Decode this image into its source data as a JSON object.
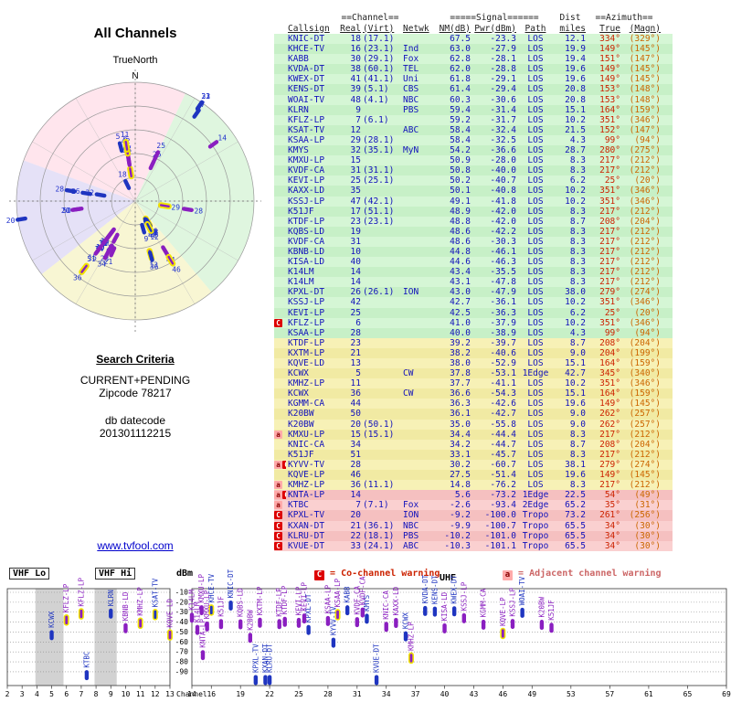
{
  "left_panel": {
    "title": "All Channels",
    "north_label": "TrueNorth",
    "compass_n": "N",
    "search_criteria_heading": "Search Criteria",
    "search_criteria_lines": [
      "CURRENT+PENDING",
      "Zipcode 78217"
    ],
    "datecode_label": "db datecode",
    "datecode_value": "201301112215",
    "website_link": "www.tvfool.com"
  },
  "table": {
    "group_headers": {
      "channel": "==Channel==",
      "signal": "=====Signal======",
      "dist": "Dist",
      "azimuth": "==Azimuth=="
    },
    "column_headers": [
      "Callsign",
      "Real",
      "(Virt)",
      "Netwk",
      "NM(dB)",
      "Pwr(dBm)",
      "Path",
      "miles",
      "True",
      "(Magn)"
    ],
    "row_fields": [
      "flag",
      "callsign",
      "real_ch",
      "virt_ch",
      "network",
      "nm_db",
      "pwr_dbm",
      "path",
      "miles",
      "azimuth_true",
      "azimuth_magn",
      "tier",
      "yellow_highlight"
    ],
    "rows": [
      [
        "",
        "KNIC-DT",
        "18",
        "(17.1)",
        "",
        "67.5",
        "-23.3",
        "LOS",
        "12.1",
        "334°",
        "(329°)",
        "g",
        0
      ],
      [
        "",
        "KHCE-TV",
        "16",
        "(23.1)",
        "Ind",
        "63.0",
        "-27.9",
        "LOS",
        "19.9",
        "149°",
        "(145°)",
        "g",
        1
      ],
      [
        "",
        "KABB",
        "30",
        "(29.1)",
        "Fox",
        "62.8",
        "-28.1",
        "LOS",
        "19.4",
        "151°",
        "(147°)",
        "g",
        0
      ],
      [
        "",
        "KVDA-DT",
        "38",
        "(60.1)",
        "TEL",
        "62.0",
        "-28.8",
        "LOS",
        "19.6",
        "149°",
        "(145°)",
        "g",
        0
      ],
      [
        "",
        "KWEX-DT",
        "41",
        "(41.1)",
        "Uni",
        "61.8",
        "-29.1",
        "LOS",
        "19.6",
        "149°",
        "(145°)",
        "g",
        0
      ],
      [
        "",
        "KENS-DT",
        "39",
        "(5.1)",
        "CBS",
        "61.4",
        "-29.4",
        "LOS",
        "20.8",
        "153°",
        "(148°)",
        "g",
        0
      ],
      [
        "",
        "WOAI-TV",
        "48",
        "(4.1)",
        "NBC",
        "60.3",
        "-30.6",
        "LOS",
        "20.8",
        "153°",
        "(148°)",
        "g",
        0
      ],
      [
        "",
        "KLRN",
        "9",
        "",
        "PBS",
        "59.4",
        "-31.4",
        "LOS",
        "15.1",
        "164°",
        "(159°)",
        "g",
        0
      ],
      [
        "",
        "KFLZ-LP",
        "7",
        "(6.1)",
        "",
        "59.2",
        "-31.7",
        "LOS",
        "10.2",
        "351°",
        "(346°)",
        "g",
        1
      ],
      [
        "",
        "KSAT-TV",
        "12",
        "",
        "ABC",
        "58.4",
        "-32.4",
        "LOS",
        "21.5",
        "152°",
        "(147°)",
        "g",
        1
      ],
      [
        "",
        "KSAA-LP",
        "29",
        "(28.1)",
        "",
        "58.4",
        "-32.5",
        "LOS",
        "4.3",
        "99°",
        "(94°)",
        "g",
        1
      ],
      [
        "",
        "KMYS",
        "32",
        "(35.1)",
        "MyN",
        "54.2",
        "-36.6",
        "LOS",
        "28.7",
        "280°",
        "(275°)",
        "g",
        0
      ],
      [
        "",
        "KMXU-LP",
        "15",
        "",
        "",
        "50.9",
        "-28.0",
        "LOS",
        "8.3",
        "217°",
        "(212°)",
        "g",
        0
      ],
      [
        "",
        "KVDF-CA",
        "31",
        "(31.1)",
        "",
        "50.8",
        "-40.0",
        "LOS",
        "8.3",
        "217°",
        "(212°)",
        "g",
        0
      ],
      [
        "",
        "KEVI-LP",
        "25",
        "(25.1)",
        "",
        "50.2",
        "-40.7",
        "LOS",
        "6.2",
        "25°",
        "(20°)",
        "g",
        0
      ],
      [
        "",
        "KAXX-LD",
        "35",
        "",
        "",
        "50.1",
        "-40.8",
        "LOS",
        "10.2",
        "351°",
        "(346°)",
        "g",
        0
      ],
      [
        "",
        "KSSJ-LP",
        "47",
        "(42.1)",
        "",
        "49.1",
        "-41.8",
        "LOS",
        "10.2",
        "351°",
        "(346°)",
        "g",
        0
      ],
      [
        "",
        "K51JF",
        "17",
        "(51.1)",
        "",
        "48.9",
        "-42.0",
        "LOS",
        "8.3",
        "217°",
        "(212°)",
        "g",
        0
      ],
      [
        "",
        "KTDF-LP",
        "23",
        "(23.1)",
        "",
        "48.8",
        "-42.0",
        "LOS",
        "8.7",
        "208°",
        "(204°)",
        "g",
        0
      ],
      [
        "",
        "KQBS-LD",
        "19",
        "",
        "",
        "48.6",
        "-42.2",
        "LOS",
        "8.3",
        "217°",
        "(212°)",
        "g",
        0
      ],
      [
        "",
        "KVDF-CA",
        "31",
        "",
        "",
        "48.6",
        "-30.3",
        "LOS",
        "8.3",
        "217°",
        "(212°)",
        "g",
        0
      ],
      [
        "",
        "KBNB-LD",
        "10",
        "",
        "",
        "44.8",
        "-46.1",
        "LOS",
        "8.3",
        "217°",
        "(212°)",
        "g",
        0
      ],
      [
        "",
        "KISA-LD",
        "40",
        "",
        "",
        "44.6",
        "-46.3",
        "LOS",
        "8.3",
        "217°",
        "(212°)",
        "g",
        0
      ],
      [
        "",
        "K14LM",
        "14",
        "",
        "",
        "43.4",
        "-35.5",
        "LOS",
        "8.3",
        "217°",
        "(212°)",
        "g",
        0
      ],
      [
        "",
        "K14LM",
        "14",
        "",
        "",
        "43.1",
        "-47.8",
        "LOS",
        "8.3",
        "217°",
        "(212°)",
        "g",
        0
      ],
      [
        "",
        "KPXL-DT",
        "26",
        "(26.1)",
        "ION",
        "43.0",
        "-47.9",
        "LOS",
        "38.0",
        "279°",
        "(274°)",
        "g",
        0
      ],
      [
        "",
        "KSSJ-LP",
        "42",
        "",
        "",
        "42.7",
        "-36.1",
        "LOS",
        "10.2",
        "351°",
        "(346°)",
        "g",
        0
      ],
      [
        "",
        "KEVI-LP",
        "25",
        "",
        "",
        "42.5",
        "-36.3",
        "LOS",
        "6.2",
        "25°",
        "(20°)",
        "g",
        0
      ],
      [
        "C",
        "KFLZ-LP",
        "6",
        "",
        "",
        "41.0",
        "-37.9",
        "LOS",
        "10.2",
        "351°",
        "(346°)",
        "g",
        1
      ],
      [
        "",
        "KSAA-LP",
        "28",
        "",
        "",
        "40.0",
        "-38.9",
        "LOS",
        "4.3",
        "99°",
        "(94°)",
        "g",
        0
      ],
      [
        "",
        "KTDF-LP",
        "23",
        "",
        "",
        "39.2",
        "-39.7",
        "LOS",
        "8.7",
        "208°",
        "(204°)",
        "y",
        0
      ],
      [
        "",
        "KXTM-LP",
        "21",
        "",
        "",
        "38.2",
        "-40.6",
        "LOS",
        "9.0",
        "204°",
        "(199°)",
        "y",
        0
      ],
      [
        "",
        "KQVE-LD",
        "13",
        "",
        "",
        "38.0",
        "-52.9",
        "LOS",
        "15.1",
        "164°",
        "(159°)",
        "y",
        1
      ],
      [
        "",
        "KCWX",
        "5",
        "",
        "CW",
        "37.8",
        "-53.1",
        "1Edge",
        "42.7",
        "345°",
        "(340°)",
        "y",
        0
      ],
      [
        "",
        "KMHZ-LP",
        "11",
        "",
        "",
        "37.7",
        "-41.1",
        "LOS",
        "10.2",
        "351°",
        "(346°)",
        "y",
        1
      ],
      [
        "",
        "KCWX",
        "36",
        "",
        "CW",
        "36.6",
        "-54.3",
        "LOS",
        "15.1",
        "164°",
        "(159°)",
        "y",
        0
      ],
      [
        "",
        "KGMM-CA",
        "44",
        "",
        "",
        "36.3",
        "-42.6",
        "LOS",
        "19.6",
        "149°",
        "(145°)",
        "y",
        0
      ],
      [
        "",
        "K20BW",
        "50",
        "",
        "",
        "36.1",
        "-42.7",
        "LOS",
        "9.0",
        "262°",
        "(257°)",
        "y",
        0
      ],
      [
        "",
        "K20BW",
        "20",
        "(50.1)",
        "",
        "35.0",
        "-55.8",
        "LOS",
        "9.0",
        "262°",
        "(257°)",
        "y",
        0
      ],
      [
        "a",
        "KMXU-LP",
        "15",
        "(15.1)",
        "",
        "34.4",
        "-44.4",
        "LOS",
        "8.3",
        "217°",
        "(212°)",
        "y",
        0
      ],
      [
        "",
        "KNIC-CA",
        "34",
        "",
        "",
        "34.2",
        "-44.7",
        "LOS",
        "8.7",
        "208°",
        "(204°)",
        "y",
        0
      ],
      [
        "",
        "K51JF",
        "51",
        "",
        "",
        "33.1",
        "-45.7",
        "LOS",
        "8.3",
        "217°",
        "(212°)",
        "y",
        0
      ],
      [
        "aC",
        "KYVV-TV",
        "28",
        "",
        "",
        "30.2",
        "-60.7",
        "LOS",
        "38.1",
        "279°",
        "(274°)",
        "y",
        0
      ],
      [
        "",
        "KQVE-LP",
        "46",
        "",
        "",
        "27.5",
        "-51.4",
        "LOS",
        "19.6",
        "149°",
        "(145°)",
        "y",
        1
      ],
      [
        "a",
        "KMHZ-LP",
        "36",
        "(11.1)",
        "",
        "14.8",
        "-76.2",
        "LOS",
        "8.3",
        "217°",
        "(212°)",
        "y",
        1
      ],
      [
        "aC",
        "KNTA-LP",
        "14",
        "",
        "",
        "5.6",
        "-73.2",
        "1Edge",
        "22.5",
        "54°",
        "(49°)",
        "p",
        0
      ],
      [
        "a",
        "KTBC",
        "7",
        "(7.1)",
        "Fox",
        "-2.6",
        "-93.4",
        "2Edge",
        "65.2",
        "35°",
        "(31°)",
        "p",
        0
      ],
      [
        "C",
        "KPXL-TV",
        "20",
        "",
        "ION",
        "-9.2",
        "-100.0",
        "Tropo",
        "73.2",
        "261°",
        "(256°)",
        "p",
        0
      ],
      [
        "C",
        "KXAN-DT",
        "21",
        "(36.1)",
        "NBC",
        "-9.9",
        "-100.7",
        "Tropo",
        "65.5",
        "34°",
        "(30°)",
        "p",
        0
      ],
      [
        "C",
        "KLRU-DT",
        "22",
        "(18.1)",
        "PBS",
        "-10.2",
        "-101.0",
        "Tropo",
        "65.5",
        "34°",
        "(30°)",
        "p",
        0
      ],
      [
        "C",
        "KVUE-DT",
        "33",
        "(24.1)",
        "ABC",
        "-10.3",
        "-101.1",
        "Tropo",
        "65.5",
        "34°",
        "(30°)",
        "p",
        0
      ]
    ]
  },
  "legend": {
    "co_channel": {
      "symbol": "C",
      "text": "= Co-channel warning"
    },
    "adjacent": {
      "symbol": "a",
      "text": "= Adjacent channel warning"
    }
  },
  "chart_data": {
    "type": "scatter",
    "section_labels": [
      "VHF Lo",
      "VHF Hi",
      "UHF"
    ],
    "ylabel": "dBm",
    "xlabel": "Channel",
    "y_ticks": [
      -10,
      -20,
      -30,
      -40,
      -50,
      -60,
      -70,
      -80,
      -90
    ],
    "ylim": [
      -10,
      -102
    ],
    "x_ticks_vhf": [
      2,
      3,
      4,
      5,
      6,
      7,
      8,
      9,
      10,
      11,
      12,
      13
    ],
    "x_ticks_uhf": [
      14,
      16,
      19,
      22,
      25,
      28,
      31,
      34,
      37,
      40,
      43,
      46,
      49,
      53,
      57,
      61,
      65,
      69
    ],
    "xlim_vhf": [
      2,
      13
    ],
    "xlim_uhf": [
      14,
      69
    ],
    "points_source": "table.rows: x = real_ch, y = pwr_dbm, label = callsign"
  },
  "radar": {
    "rings": 5,
    "marker_source": "table.rows: angle = azimuth_true, radius scaled by nm_db",
    "sectors": [
      {
        "from": 290,
        "to": 25,
        "color": "#ffcfdf"
      },
      {
        "from": 25,
        "to": 140,
        "color": "#c5eec5"
      },
      {
        "from": 140,
        "to": 232,
        "color": "#f3eeae"
      },
      {
        "from": 232,
        "to": 290,
        "color": "#cfc8f0"
      }
    ]
  },
  "colors": {
    "full_power": "#1f35c0",
    "low_power": "#8a1fc0",
    "highlight": "#f2e400",
    "azimuth_true": "#cc2200",
    "azimuth_magn": "#cc6600",
    "table_text": "#1111bb",
    "flag_c_bg": "#dd0000",
    "flag_a_bg": "#ffaaaa",
    "tier_green": "#d5f6d5",
    "tier_yellow": "#f7f1b6",
    "tier_pink": "#fad0d0",
    "link": "#0000cc"
  }
}
